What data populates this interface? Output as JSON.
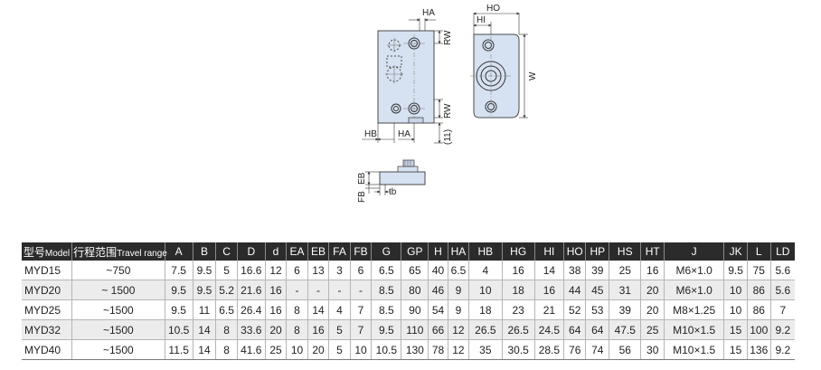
{
  "drawing": {
    "labels": {
      "ha_top": "HA",
      "rw_top": "RW",
      "rw_bottom": "RW",
      "paren_11": "(11)",
      "hb": "HB",
      "ha_bottom": "HA",
      "ho": "HO",
      "hi": "HI",
      "w": "W",
      "eb": "EB",
      "fb": "FB",
      "tb": "tb"
    },
    "colors": {
      "body_fill": "#d6e1f1",
      "outline": "#4a4a4a",
      "dim_line": "#333333"
    }
  },
  "table": {
    "headers": [
      {
        "main": "型号",
        "sub": "Model"
      },
      {
        "main": "行程范围",
        "sub": "Travel range"
      },
      {
        "main": "A",
        "sub": ""
      },
      {
        "main": "B",
        "sub": ""
      },
      {
        "main": "C",
        "sub": ""
      },
      {
        "main": "D",
        "sub": ""
      },
      {
        "main": "d",
        "sub": ""
      },
      {
        "main": "EA",
        "sub": ""
      },
      {
        "main": "EB",
        "sub": ""
      },
      {
        "main": "FA",
        "sub": ""
      },
      {
        "main": "FB",
        "sub": ""
      },
      {
        "main": "G",
        "sub": ""
      },
      {
        "main": "GP",
        "sub": ""
      },
      {
        "main": "H",
        "sub": ""
      },
      {
        "main": "HA",
        "sub": ""
      },
      {
        "main": "HB",
        "sub": ""
      },
      {
        "main": "HG",
        "sub": ""
      },
      {
        "main": "HI",
        "sub": ""
      },
      {
        "main": "HO",
        "sub": ""
      },
      {
        "main": "HP",
        "sub": ""
      },
      {
        "main": "HS",
        "sub": ""
      },
      {
        "main": "HT",
        "sub": ""
      },
      {
        "main": "J",
        "sub": ""
      },
      {
        "main": "JK",
        "sub": ""
      },
      {
        "main": "L",
        "sub": ""
      },
      {
        "main": "LD",
        "sub": ""
      }
    ],
    "rows": [
      [
        "MYD15",
        "~750",
        "7.5",
        "9.5",
        "5",
        "16.6",
        "12",
        "6",
        "13",
        "3",
        "6",
        "6.5",
        "65",
        "40",
        "6.5",
        "4",
        "16",
        "14",
        "38",
        "39",
        "25",
        "16",
        "M6×1.0",
        "9.5",
        "75",
        "5.6"
      ],
      [
        "MYD20",
        "~ 1500",
        "9.5",
        "9.5",
        "5.2",
        "21.6",
        "16",
        "-",
        "-",
        "-",
        "-",
        "8.5",
        "80",
        "46",
        "9",
        "10",
        "18",
        "16",
        "44",
        "45",
        "31",
        "20",
        "M6×1.0",
        "10",
        "86",
        "5.6"
      ],
      [
        "MYD25",
        "~1500",
        "9.5",
        "11",
        "6.5",
        "26.4",
        "16",
        "8",
        "14",
        "4",
        "7",
        "8.5",
        "90",
        "54",
        "9",
        "18",
        "23",
        "21",
        "52",
        "53",
        "39",
        "20",
        "M8×1.25",
        "10",
        "86",
        "7"
      ],
      [
        "MYD32",
        "~1500",
        "10.5",
        "14",
        "8",
        "33.6",
        "20",
        "8",
        "16",
        "5",
        "7",
        "9.5",
        "110",
        "66",
        "12",
        "26.5",
        "26.5",
        "24.5",
        "64",
        "64",
        "47.5",
        "25",
        "M10×1.5",
        "15",
        "100",
        "9.2"
      ],
      [
        "MYD40",
        "~1500",
        "11.5",
        "14",
        "8",
        "41.6",
        "25",
        "10",
        "20",
        "5",
        "10",
        "10.5",
        "130",
        "78",
        "12",
        "35",
        "30.5",
        "28.5",
        "76",
        "74",
        "56",
        "30",
        "M10×1.5",
        "15",
        "136",
        "9.2"
      ]
    ]
  }
}
